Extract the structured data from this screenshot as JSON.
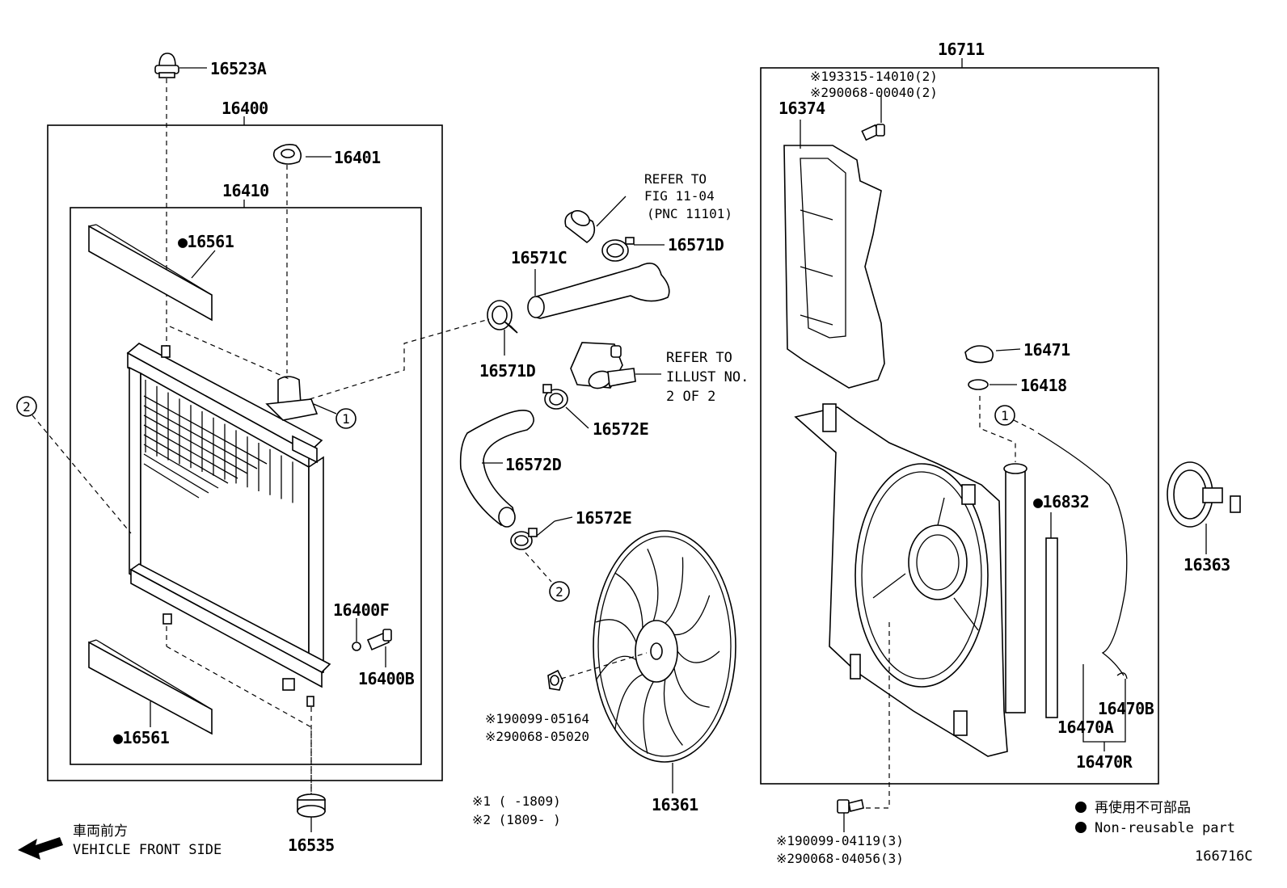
{
  "parts": {
    "p16523A": "16523A",
    "p16400": "16400",
    "p16401": "16401",
    "p16410": "16410",
    "p16561_top": "16561",
    "p16561_bottom": "16561",
    "p16400F": "16400F",
    "p16400B": "16400B",
    "p16535": "16535",
    "p16571C": "16571C",
    "p16571D_top": "16571D",
    "p16571D_left": "16571D",
    "p16572E_top": "16572E",
    "p16572E_bottom": "16572E",
    "p16572D": "16572D",
    "p16361": "16361",
    "p16711": "16711",
    "p16374": "16374",
    "p16471": "16471",
    "p16418": "16418",
    "p16832": "16832",
    "p16363": "16363",
    "p16470B": "16470B",
    "p16470A": "16470A",
    "p16470R": "16470R"
  },
  "refs": {
    "fig_line1": "REFER TO",
    "fig_line2": "FIG 11-04",
    "fig_line3": "(PNC 11101)",
    "illust_line1": "REFER TO",
    "illust_line2": "ILLUST NO.",
    "illust_line3": "2 OF 2"
  },
  "fasteners": {
    "f1_line1": "※193315-14010(2)",
    "f1_line2": "※290068-00040(2)",
    "f2_line1": "※190099-05164",
    "f2_line2": "※290068-05020",
    "f3_line1": "※190099-04119(3)",
    "f3_line2": "※290068-04056(3)"
  },
  "markers": {
    "m1": "1",
    "m2": "2"
  },
  "notes": {
    "range1": "※1 (      -1809)",
    "range2": "※2 (1809-      )"
  },
  "legend": {
    "bullet": "●",
    "jp": "再使用不可部品",
    "en": "Non-reusable part"
  },
  "front": {
    "jp": "車両前方",
    "en": "VEHICLE FRONT SIDE"
  },
  "figure_id": "166716C"
}
